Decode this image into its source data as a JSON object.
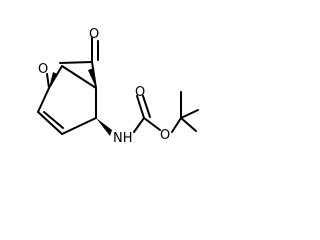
{
  "structure": {
    "atoms": [
      {
        "id": "ring-oxygen",
        "label": "O"
      },
      {
        "id": "carbonyl-oxygen-lactone",
        "label": "O"
      },
      {
        "id": "amide-nitrogen",
        "label": "NH"
      },
      {
        "id": "ester-oxygen",
        "label": "O"
      },
      {
        "id": "carbonyl-oxygen-carbamate",
        "label": "O"
      }
    ]
  },
  "colors": {
    "bond": "#000000",
    "label": "#000000",
    "background": "#ffffff"
  }
}
